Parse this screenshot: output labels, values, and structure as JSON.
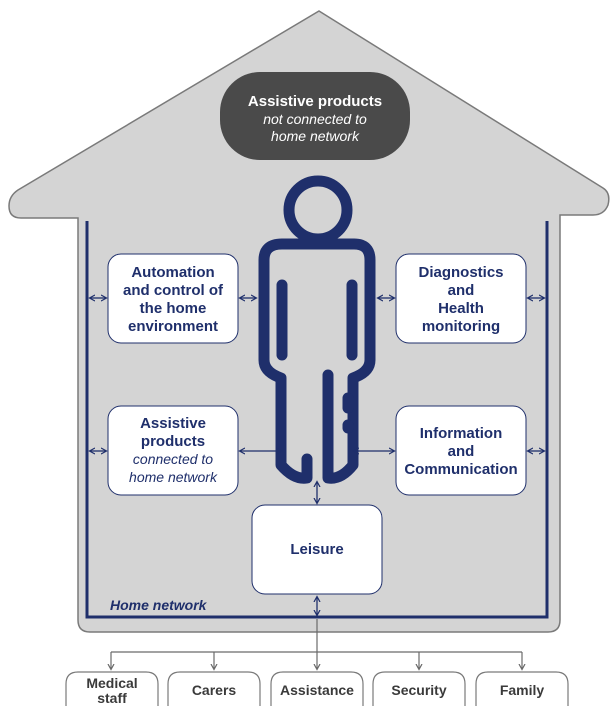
{
  "house": {
    "top_box": {
      "title": "Assistive products",
      "subtitle_line1": "not connected to",
      "subtitle_line2": "home network"
    },
    "network_label": "Home network",
    "boxes": {
      "automation": [
        "Automation",
        "and control of",
        "the home",
        "environment"
      ],
      "diagnostics": [
        "Diagnostics",
        "and",
        "Health",
        "monitoring"
      ],
      "assistive_connected": {
        "bold": [
          "Assistive",
          "products"
        ],
        "italic": [
          "connected to",
          "home network"
        ]
      },
      "information": [
        "Information",
        "and",
        "Communication"
      ],
      "leisure": "Leisure"
    }
  },
  "external": [
    {
      "lines": [
        "Medical",
        "staff"
      ]
    },
    {
      "lines": [
        "Carers"
      ]
    },
    {
      "lines": [
        "Assistance"
      ]
    },
    {
      "lines": [
        "Security"
      ]
    },
    {
      "lines": [
        "Family"
      ]
    }
  ],
  "colors": {
    "house_fill": "#d4d4d4",
    "house_stroke": "#7a7a7a",
    "navy": "#1f2f6b",
    "dark_pill": "#4a4a4a"
  }
}
